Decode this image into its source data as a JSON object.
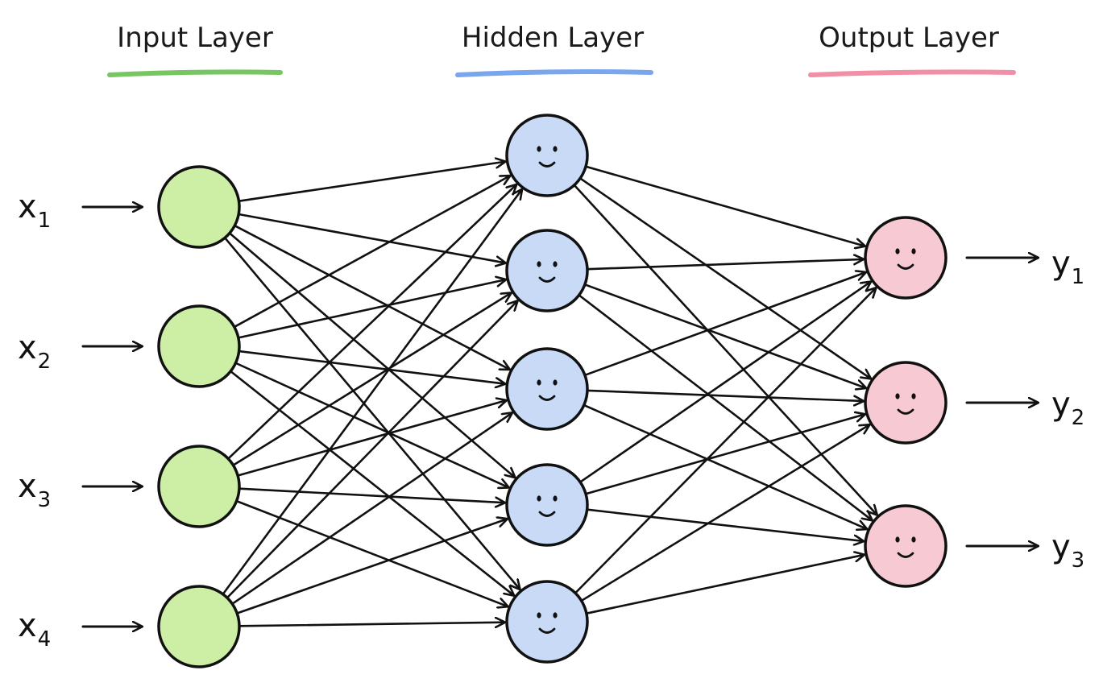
{
  "layers": [
    {
      "title": "Input Layer",
      "underline_color": "#77c663",
      "node_fill": "#cdeea5",
      "smiley": false
    },
    {
      "title": "Hidden Layer",
      "underline_color": "#7aa6ee",
      "node_fill": "#c8daf6",
      "smiley": true
    },
    {
      "title": "Output Layer",
      "underline_color": "#f08fa6",
      "node_fill": "#f7c9d2",
      "smiley": true
    }
  ],
  "inputs": [
    {
      "base": "x",
      "sub": "1"
    },
    {
      "base": "x",
      "sub": "2"
    },
    {
      "base": "x",
      "sub": "3"
    },
    {
      "base": "x",
      "sub": "4"
    }
  ],
  "outputs": [
    {
      "base": "y",
      "sub": "1"
    },
    {
      "base": "y",
      "sub": "2"
    },
    {
      "base": "y",
      "sub": "3"
    }
  ],
  "connections": "fully-connected"
}
